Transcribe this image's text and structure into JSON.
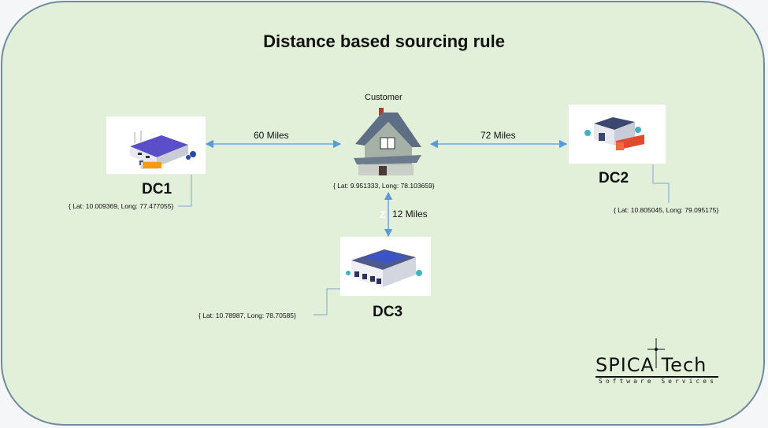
{
  "title": "Distance based sourcing rule",
  "customer": {
    "label": "Customer",
    "coords": "{ Lat: 9.951333, Long: 78.103659}",
    "icon": "house-icon"
  },
  "dcs": [
    {
      "name": "DC1",
      "coords": "{ Lat: 10.009369, Long: 77.477055}",
      "distance": "60 Miles",
      "icon": "warehouse-icon"
    },
    {
      "name": "DC2",
      "coords": "{ Lat: 10.805045, Long: 79.095175}",
      "distance": "72 Miles",
      "icon": "warehouse-icon"
    },
    {
      "name": "DC3",
      "coords": "{ Lat: 10.78987, Long: 78.70585}",
      "distance": "12 Miles",
      "icon": "warehouse-icon"
    }
  ],
  "stray_char": "Z",
  "logo": {
    "main": "SPICA Tech",
    "sub": "Software Services"
  },
  "colors": {
    "panel_bg": "#e2efd9",
    "panel_border": "#6f8ca3",
    "arrow": "#5b9bd5",
    "leader": "#7fa7c9"
  }
}
